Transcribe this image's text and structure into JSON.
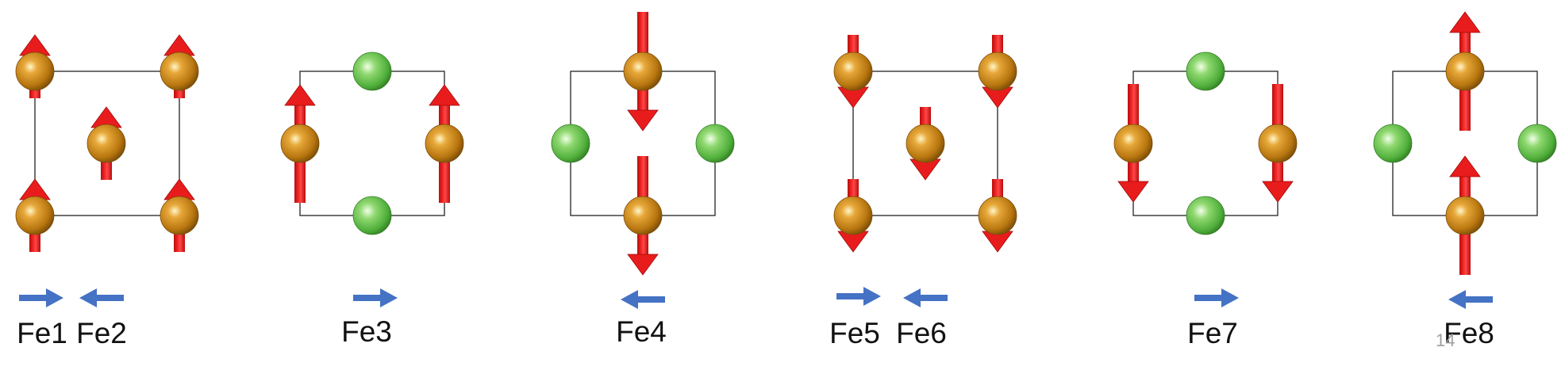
{
  "colors": {
    "fe_atom": "#c8841a",
    "o_atom": "#5fc04a",
    "spin_arrow": "#e81c1c",
    "direction_arrow": "#4472c4",
    "cell_edge": "#222222",
    "label_text": "#111111"
  },
  "icons": {
    "fe_atom": "gold-sphere",
    "o_atom": "green-sphere",
    "spin": "red-3d-arrow",
    "direction": "blue-arrow"
  },
  "labels": [
    "Fe1",
    "Fe2",
    "Fe3",
    "Fe4",
    "Fe5",
    "Fe6",
    "Fe7",
    "Fe8"
  ],
  "page_number": "14",
  "panels": [
    {
      "labels": [
        "Fe1",
        "Fe2"
      ],
      "directions": [
        "right",
        "left"
      ],
      "atoms": [
        {
          "type": "Fe",
          "spin": "up"
        },
        {
          "type": "Fe",
          "spin": "up"
        },
        {
          "type": "Fe",
          "spin": "up"
        },
        {
          "type": "Fe",
          "spin": "up"
        },
        {
          "type": "Fe",
          "spin": "up"
        }
      ]
    },
    {
      "labels": [
        "Fe3"
      ],
      "directions": [
        "right"
      ],
      "atoms": [
        {
          "type": "O"
        },
        {
          "type": "Fe",
          "spin": "up"
        },
        {
          "type": "Fe",
          "spin": "up"
        },
        {
          "type": "O"
        }
      ]
    },
    {
      "labels": [
        "Fe4"
      ],
      "directions": [
        "left"
      ],
      "atoms": [
        {
          "type": "Fe",
          "spin": "down"
        },
        {
          "type": "O"
        },
        {
          "type": "O"
        },
        {
          "type": "Fe",
          "spin": "down"
        }
      ]
    },
    {
      "labels": [
        "Fe5",
        "Fe6"
      ],
      "directions": [
        "right",
        "left"
      ],
      "atoms": [
        {
          "type": "Fe",
          "spin": "down"
        },
        {
          "type": "Fe",
          "spin": "down"
        },
        {
          "type": "Fe",
          "spin": "down"
        },
        {
          "type": "Fe",
          "spin": "down"
        },
        {
          "type": "Fe",
          "spin": "down"
        }
      ]
    },
    {
      "labels": [
        "Fe7"
      ],
      "directions": [
        "right"
      ],
      "atoms": [
        {
          "type": "O"
        },
        {
          "type": "Fe",
          "spin": "down"
        },
        {
          "type": "Fe",
          "spin": "down"
        },
        {
          "type": "O"
        }
      ]
    },
    {
      "labels": [
        "Fe8"
      ],
      "directions": [
        "left"
      ],
      "atoms": [
        {
          "type": "Fe",
          "spin": "up"
        },
        {
          "type": "O"
        },
        {
          "type": "O"
        },
        {
          "type": "Fe",
          "spin": "up"
        }
      ]
    }
  ]
}
